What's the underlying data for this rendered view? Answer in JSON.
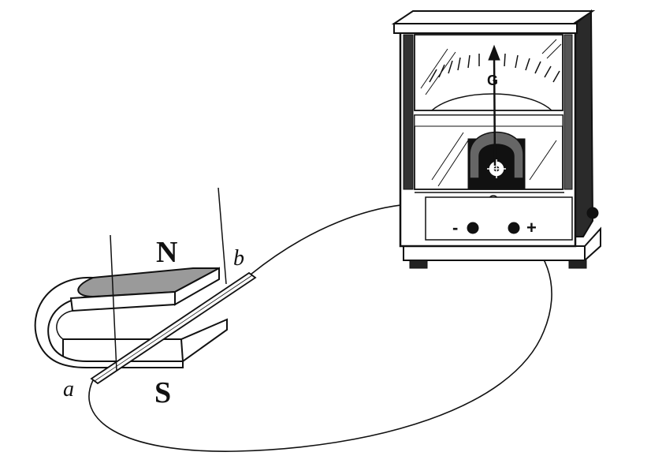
{
  "magnet": {
    "north_label": "N",
    "south_label": "S"
  },
  "rod": {
    "end_a_label": "a",
    "end_b_label": "b"
  },
  "galvanometer": {
    "symbol": "G",
    "minus_label": "-",
    "plus_label": "+"
  },
  "colors": {
    "ink": "#111111",
    "magnet_top": "#9a9a9a",
    "meter_dark": "#222222",
    "meter_face": "#ffffff",
    "paper": "#ffffff"
  }
}
